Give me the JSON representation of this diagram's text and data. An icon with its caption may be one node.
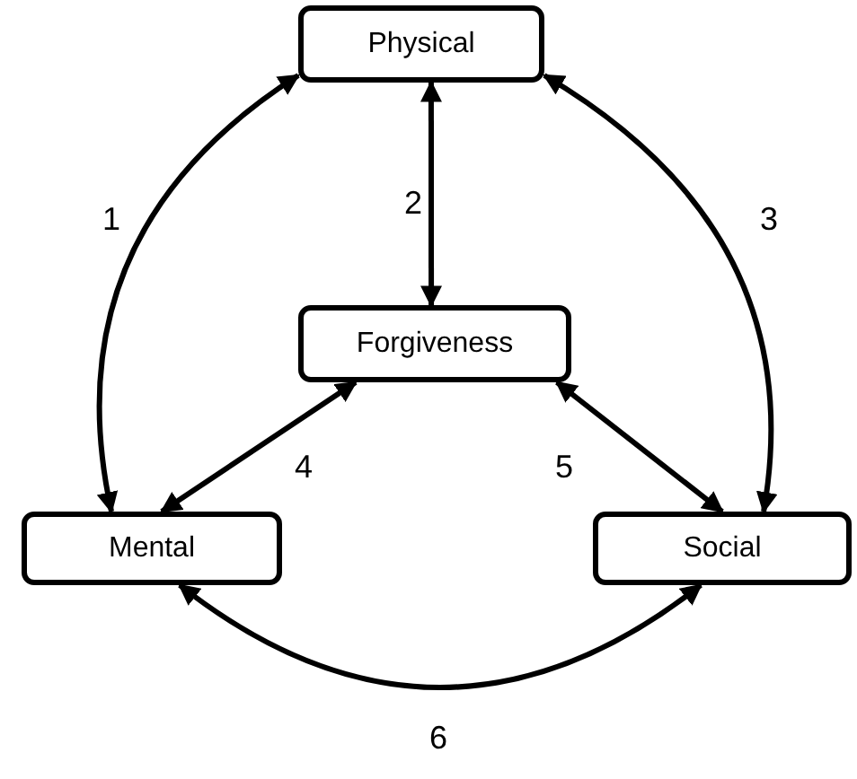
{
  "diagram": {
    "nodes": [
      {
        "text": [
          "Physical"
        ]
      },
      {
        "text": [
          "Forgiveness"
        ]
      },
      {
        "text": [
          "Mental"
        ]
      },
      {
        "text": [
          "Social"
        ]
      }
    ],
    "edges": [
      {
        "from": 2,
        "to": 0,
        "arrow": "both",
        "label": "1"
      },
      {
        "from": 0,
        "to": 1,
        "arrow": "both",
        "label": "2"
      },
      {
        "from": 0,
        "to": 3,
        "arrow": "both",
        "label": "3"
      },
      {
        "from": 1,
        "to": 2,
        "arrow": "both",
        "label": "4"
      },
      {
        "from": 1,
        "to": 3,
        "arrow": "both",
        "label": "5"
      },
      {
        "from": 2,
        "to": 3,
        "arrow": "both",
        "label": "6"
      }
    ]
  }
}
